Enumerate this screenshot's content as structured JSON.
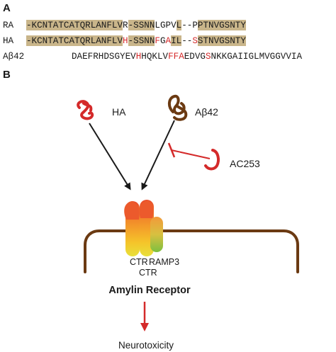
{
  "panel_a": {
    "label": "A",
    "rows": [
      {
        "name": "RA",
        "segments": [
          {
            "t": "-KCNTATCATQRLANFLV",
            "c": "n"
          },
          {
            "t": "R",
            "c": "n"
          },
          {
            "t": "-SSNN",
            "c": "n"
          },
          {
            "t": "LGPV",
            "c": "n"
          },
          {
            "t": "L",
            "c": "n"
          },
          {
            "t": "--",
            "c": "n"
          },
          {
            "t": "P",
            "c": "n"
          },
          {
            "t": "PTNVGSNTY",
            "c": "n"
          }
        ],
        "highlight": [
          true,
          false,
          true,
          false,
          true,
          false,
          false,
          true
        ]
      },
      {
        "name": "HA",
        "segments": [
          {
            "t": "-KCNTATCATQRLANFLV",
            "c": "n"
          },
          {
            "t": "H",
            "c": "r"
          },
          {
            "t": "-SSNN",
            "c": "n"
          },
          {
            "t": "F",
            "c": "r"
          },
          {
            "t": "G",
            "c": "n"
          },
          {
            "t": "A",
            "c": "r"
          },
          {
            "t": "IL",
            "c": "n"
          },
          {
            "t": "--",
            "c": "n"
          },
          {
            "t": "S",
            "c": "r"
          },
          {
            "t": "STNVGSNTY",
            "c": "n"
          }
        ],
        "highlight": [
          true,
          false,
          true,
          false,
          false,
          false,
          true,
          false,
          false,
          true
        ]
      },
      {
        "name": "Aβ42",
        "segments": [
          {
            "t": "DAEFRHDSGYEV",
            "c": "n"
          },
          {
            "t": "H",
            "c": "r"
          },
          {
            "t": "HQKLV",
            "c": "n"
          },
          {
            "t": "FF",
            "c": "r"
          },
          {
            "t": "A",
            "c": "r"
          },
          {
            "t": "EDVG",
            "c": "n"
          },
          {
            "t": "S",
            "c": "r"
          },
          {
            "t": "NKKGAIIGLMVGGVVIA",
            "c": "n"
          }
        ],
        "highlight": []
      }
    ]
  },
  "panel_b": {
    "label": "B",
    "ha_label": "HA",
    "abeta_label": "Aβ42",
    "ac253_label": "AC253",
    "ctr_label_1": "CTR",
    "ctr_label_2": "CTR",
    "ramp3_label": "RAMP3",
    "receptor_title": "Amylin Receptor",
    "outcome_label": "Neurotoxicity"
  },
  "colors": {
    "highlight": "#c9b58a",
    "red": "#d42a2a",
    "membrane": "#6b3a12",
    "abeta_brown": "#6b3a12",
    "arrow_black": "#1a1a1a"
  }
}
